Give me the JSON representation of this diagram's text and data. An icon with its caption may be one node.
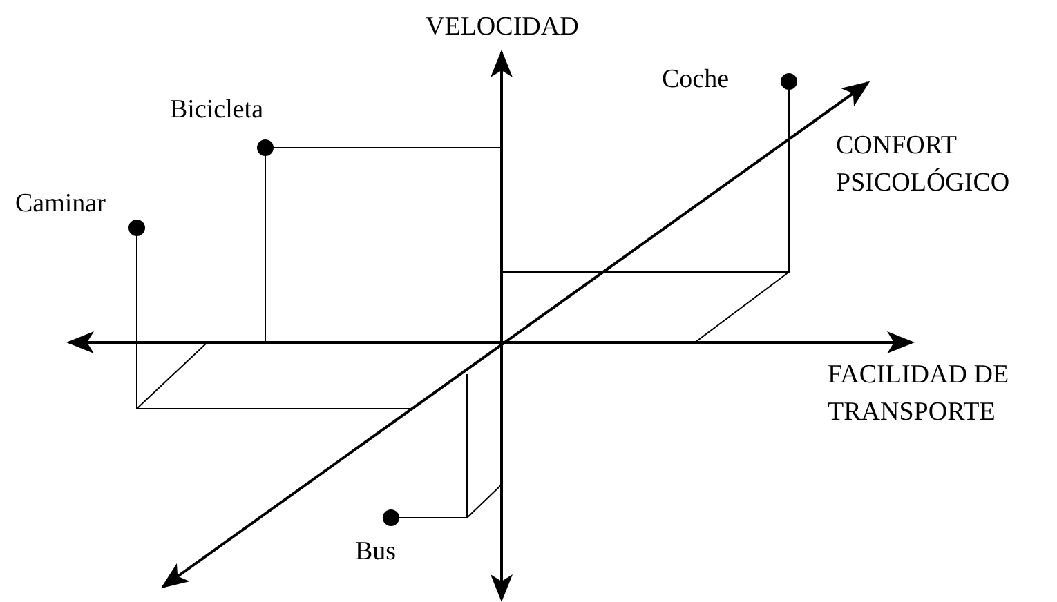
{
  "diagram": {
    "labels": [
      "VELOCIDAD",
      "Coche",
      "Bicicleta",
      "CONFORT PSICOLÓGICO",
      "Caminar",
      "FACILIDAD DE TRANSPORTE",
      "Bus"
    ]
  }
}
